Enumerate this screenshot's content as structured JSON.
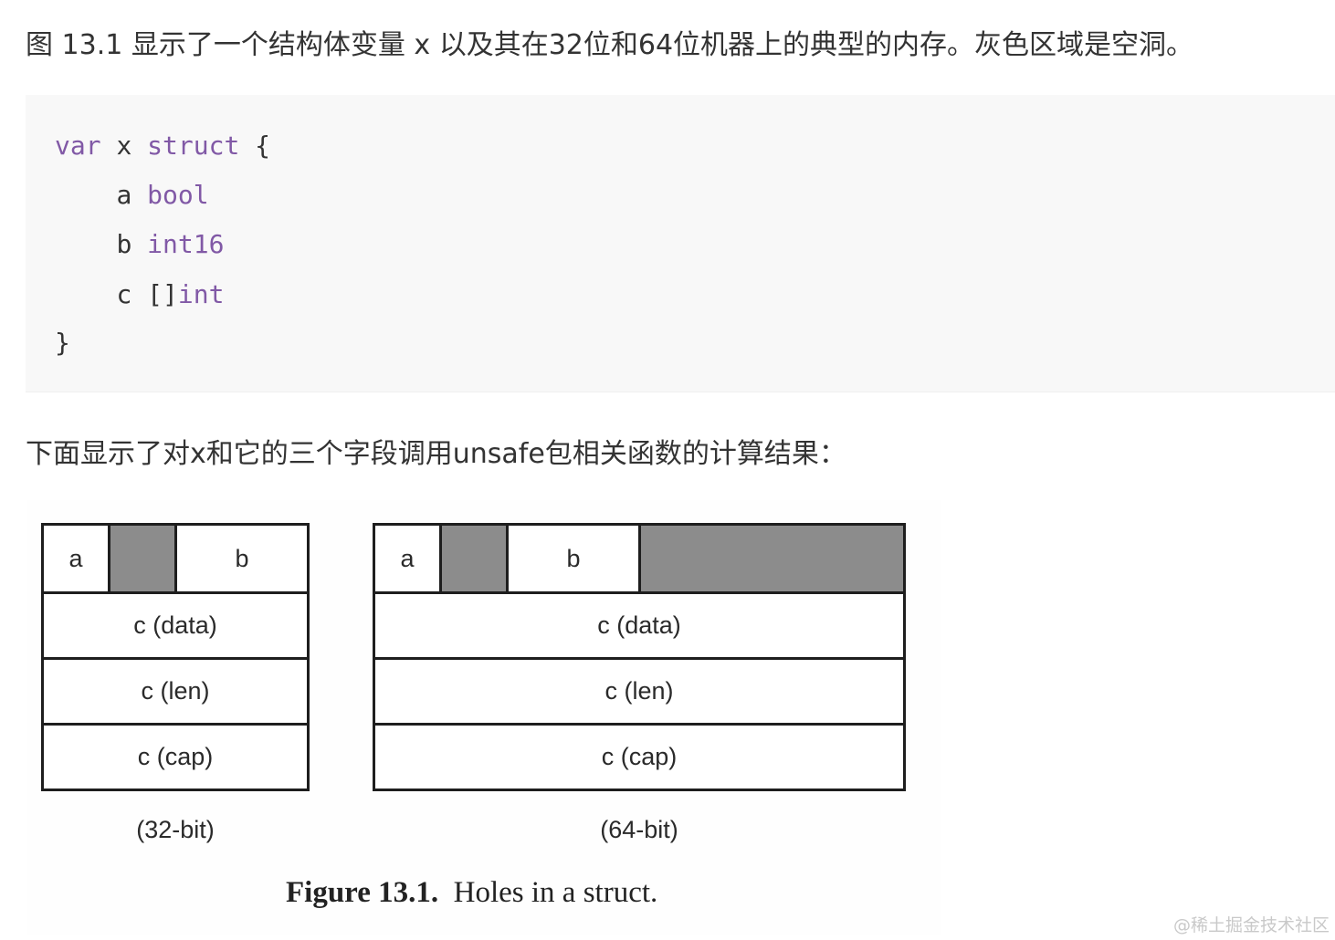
{
  "intro_text": "图 13.1 显示了一个结构体变量 x 以及其在32位和64位机器上的典型的内存。灰色区域是空洞。",
  "code": {
    "line1": {
      "kw1": "var",
      "name": "x",
      "kw2": "struct",
      "brace": "{"
    },
    "line2": {
      "field": "a",
      "type": "bool"
    },
    "line3": {
      "field": "b",
      "type": "int16"
    },
    "line4": {
      "field": "c",
      "prefix": "[]",
      "type": "int"
    },
    "line5": {
      "brace": "}"
    }
  },
  "outro_text": "下面显示了对x和它的三个字段调用unsafe包相关函数的计算结果：",
  "figure": {
    "left": {
      "cells_row1": [
        "a",
        "",
        "b"
      ],
      "rows": [
        "c (data)",
        "c (len)",
        "c (cap)"
      ],
      "label": "(32-bit)"
    },
    "right": {
      "cells_row1": [
        "a",
        "",
        "b",
        ""
      ],
      "rows": [
        "c (data)",
        "c (len)",
        "c (cap)"
      ],
      "label": "(64-bit)"
    },
    "caption": {
      "number": "Figure 13.1.",
      "text": "Holes in a struct."
    },
    "hole_color": "#8c8c8c"
  },
  "watermark": "@稀土掘金技术社区"
}
